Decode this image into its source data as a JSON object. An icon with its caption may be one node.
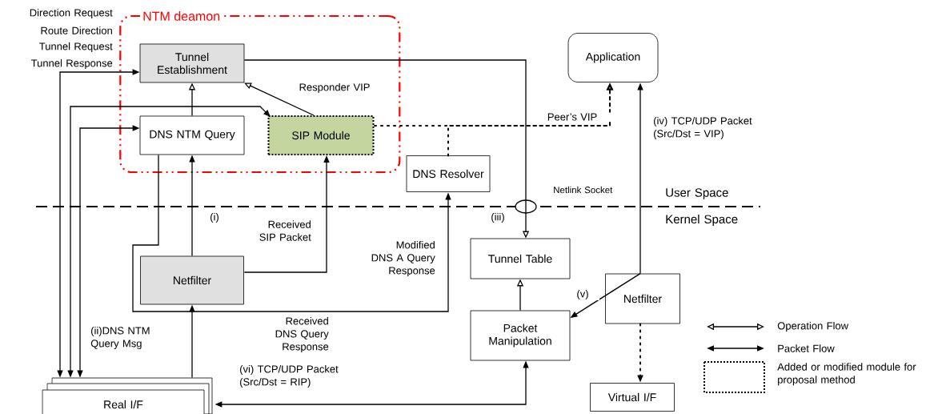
{
  "diagram": {
    "nodes": [
      {
        "text": [
          "NTM deamon"
        ]
      },
      {
        "text": [
          "Tunnel Establishment"
        ],
        "in": 0
      },
      {
        "text": [
          "DNS NTM Query"
        ],
        "in": 0
      },
      {
        "text": [
          "SIP Module"
        ],
        "in": 0
      },
      {
        "text": [
          "Application"
        ]
      },
      {
        "text": [
          "DNS Resolver"
        ]
      },
      {
        "text": [
          "Netfilter"
        ]
      },
      {
        "text": [
          "Tunnel Table"
        ]
      },
      {
        "text": [
          "Packet Manipulation"
        ]
      },
      {
        "text": [
          "Netfilter"
        ]
      },
      {
        "text": [
          "Real I/F"
        ]
      },
      {
        "text": [
          "Virtual I/F"
        ]
      }
    ],
    "edges": [
      {
        "from": 1,
        "to": 10,
        "arrow": "both"
      },
      {
        "from": 3,
        "to": 10,
        "arrow": "both"
      },
      {
        "from": 2,
        "to": 10,
        "arrow": "both"
      },
      {
        "from": 2,
        "to": 1,
        "arrow": "to"
      },
      {
        "from": 3,
        "to": 1,
        "arrow": "to",
        "label": "Responder VIP"
      },
      {
        "from": 6,
        "to": 2,
        "arrow": "to",
        "label": "(i)"
      },
      {
        "from": 6,
        "to": 3,
        "arrow": "to",
        "label": "Received SIP Packet"
      },
      {
        "from": 2,
        "to": 5,
        "arrow": "to",
        "label": "Modified DNS A Query Response"
      },
      {
        "from": 10,
        "to": 6,
        "arrow": "to"
      },
      {
        "from": 3,
        "to": 4,
        "arrow": "to",
        "style": "dashed",
        "label": "Peer’s VIP"
      },
      {
        "from": 5,
        "to": 4,
        "arrow": "to",
        "style": "dashed"
      },
      {
        "from": 1,
        "to": 7,
        "arrow": "to",
        "label": "(iii)"
      },
      {
        "from": 8,
        "to": 7,
        "arrow": "to"
      },
      {
        "from": 9,
        "to": 4,
        "arrow": "to",
        "label": "(iv) TCP/UDP Packet (Src/Dst = VIP)"
      },
      {
        "from": 9,
        "to": 8,
        "arrow": "to",
        "label": "(v)"
      },
      {
        "from": 9,
        "to": 11,
        "arrow": "to",
        "style": "dashed"
      },
      {
        "from": 8,
        "to": 10,
        "arrow": "both",
        "label": "(vi) TCP/UDP Packet (Src/Dst = RIP)"
      }
    ],
    "labels": [
      "Direction Request",
      "Route Direction",
      "Tunnel Request",
      "Tunnel Response",
      "(ii)DNS NTM Query Msg",
      "Received DNS Query Response",
      "Netlink Socket",
      "User Space",
      "Kernel Space"
    ],
    "legend": [
      {
        "text": "Operation Flow"
      },
      {
        "text": "Packet Flow"
      },
      {
        "text": "Added or modified module for proposal method"
      }
    ]
  }
}
